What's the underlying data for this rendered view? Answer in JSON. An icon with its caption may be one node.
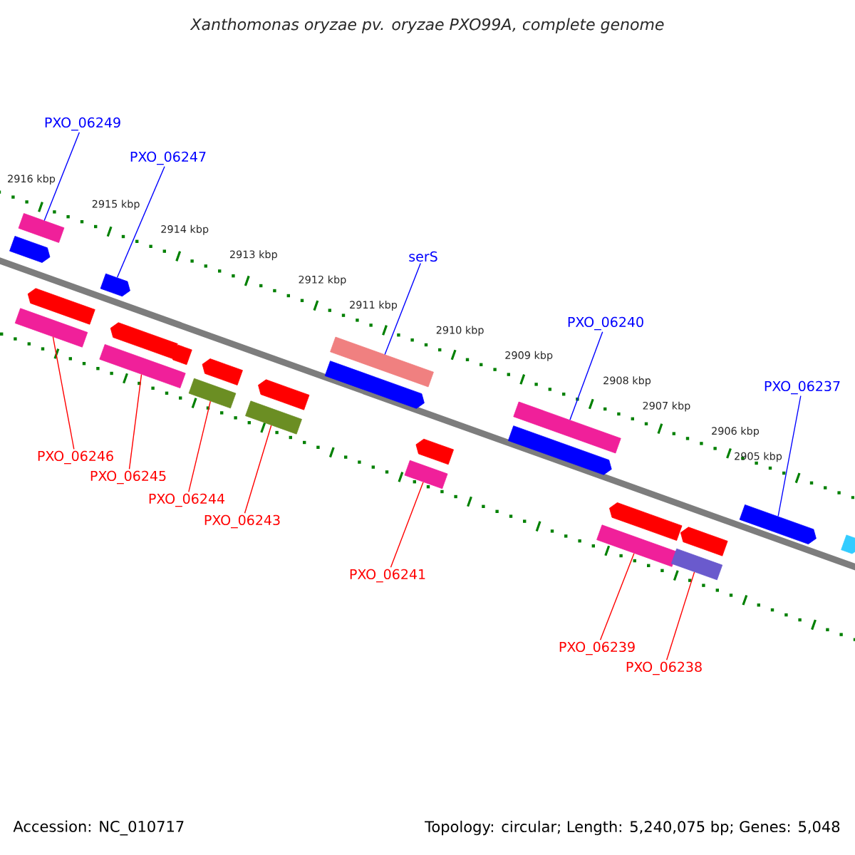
{
  "diagram": {
    "title": "Xanthomonas oryzae pv. oryzae PXO99A, complete genome",
    "nodes": [
      {
        "text": [],
        "shape": "arrow"
      },
      {
        "text": [],
        "shape": "box"
      },
      {
        "text": [],
        "shape": "box"
      },
      {
        "text": [],
        "shape": "arrow"
      },
      {
        "text": [],
        "shape": "arrow"
      },
      {
        "text": [],
        "shape": "box"
      },
      {
        "text": [],
        "shape": "arrow"
      },
      {
        "text": [],
        "shape": "arrow"
      },
      {
        "text": [],
        "shape": "box"
      },
      {
        "text": [],
        "shape": "arrow"
      },
      {
        "text": [],
        "shape": "box"
      },
      {
        "text": [],
        "shape": "arrow"
      },
      {
        "text": [],
        "shape": "arrow"
      },
      {
        "text": [],
        "shape": "box"
      },
      {
        "text": [],
        "shape": "box"
      },
      {
        "text": [],
        "shape": "arrow"
      },
      {
        "text": [],
        "shape": "arrow"
      },
      {
        "text": [],
        "shape": "box"
      },
      {
        "text": [],
        "shape": "box"
      },
      {
        "text": [],
        "shape": "arrow"
      },
      {
        "text": [],
        "shape": "box"
      },
      {
        "text": [],
        "shape": "arrow"
      },
      {
        "text": [],
        "shape": "arrow"
      },
      {
        "text": [],
        "shape": "arrow"
      },
      {
        "text": [
          "PXO_06249"
        ]
      },
      {
        "text": [
          "PXO_06247"
        ]
      },
      {
        "text": [
          "serS"
        ]
      },
      {
        "text": [
          "PXO_06240"
        ]
      },
      {
        "text": [
          "PXO_06237"
        ]
      },
      {
        "text": [
          "PXO_06246"
        ]
      },
      {
        "text": [
          "PXO_06245"
        ]
      },
      {
        "text": [
          "PXO_06244"
        ]
      },
      {
        "text": [
          "PXO_06243"
        ]
      },
      {
        "text": [
          "PXO_06241"
        ]
      },
      {
        "text": [
          "PXO_06239"
        ]
      },
      {
        "text": [
          "PXO_06238"
        ]
      }
    ],
    "edges": [
      {
        "from": 24,
        "to": 1,
        "arrow": "none",
        "color": "#0000ff"
      },
      {
        "from": 25,
        "to": 4,
        "arrow": "none",
        "color": "#0000ff"
      },
      {
        "from": 26,
        "to": 13,
        "arrow": "none",
        "color": "#0000ff"
      },
      {
        "from": 27,
        "to": 17,
        "arrow": "none",
        "color": "#0000ff"
      },
      {
        "from": 28,
        "to": 22,
        "arrow": "none",
        "color": "#0000ff"
      },
      {
        "from": 29,
        "to": 2,
        "arrow": "none"
      },
      {
        "from": 30,
        "to": 5,
        "arrow": "none"
      },
      {
        "from": 31,
        "to": 8,
        "arrow": "none"
      },
      {
        "from": 32,
        "to": 10,
        "arrow": "none"
      },
      {
        "from": 33,
        "to": 14,
        "arrow": "none"
      },
      {
        "from": 34,
        "to": 18,
        "arrow": "none"
      },
      {
        "from": 35,
        "to": 20,
        "arrow": "none"
      }
    ],
    "labels": [
      "2916 kbp",
      "2915 kbp",
      "2914 kbp",
      "2913 kbp",
      "2912 kbp",
      "2911 kbp",
      "2910 kbp",
      "2909 kbp",
      "2908 kbp",
      "2907 kbp",
      "2906 kbp",
      "2905 kbp",
      "Accession: NC_010717",
      "Topology: circular; Length: 5,240,075 bp; Genes: 5,048"
    ]
  }
}
